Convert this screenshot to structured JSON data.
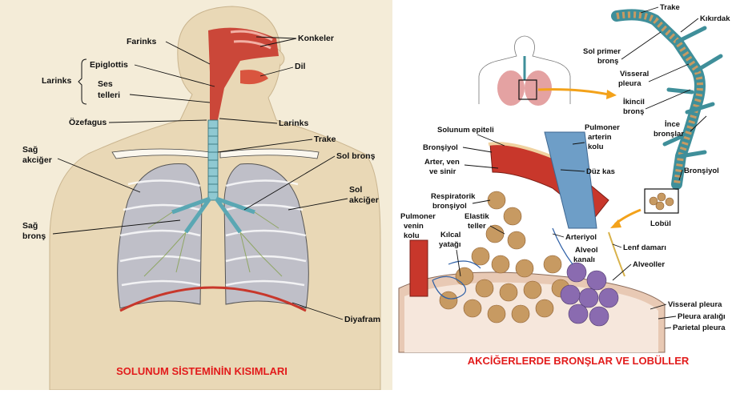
{
  "left_panel": {
    "title": "SOLUNUM SİSTEMİNİN KISIMLARI",
    "labels": {
      "farinks": "Farinks",
      "konkeler": "Konkeler",
      "dil": "Dil",
      "epiglottis": "Epiglottis",
      "larinks_group": "Larinks",
      "ses": "Ses",
      "telleri": "telleri",
      "ozefagus": "Özefagus",
      "larinks": "Larinks",
      "trake": "Trake",
      "sag": "Sağ",
      "akciger": "akciğer",
      "sol_brons": "Sol bronş",
      "sol": "Sol",
      "sol_akciger": "akciğer",
      "sag2": "Sağ",
      "brons": "bronş",
      "diyafram": "Diyafram"
    }
  },
  "right_panel": {
    "title": "AKCİĞERLERDE BRONŞLAR VE LOBÜLLER",
    "labels": {
      "trake": "Trake",
      "kikirdak": "Kıkırdak",
      "sol_primer": "Sol primer",
      "brons": "bronş",
      "visseral": "Visseral",
      "pleura": "pleura",
      "ikincil": "İkincil",
      "ikincil_brons": "bronş",
      "ince": "İnce",
      "bronslar": "bronşlar",
      "bronsiyol_top": "Bronşiyol",
      "lobul": "Lobül",
      "solunum_epiteli": "Solunum epiteli",
      "pulmoner_arterin_1": "Pulmoner",
      "pulmoner_arterin_2": "arterin",
      "pulmoner_arterin_3": "kolu",
      "bronsiyol": "Bronşiyol",
      "arter_ven_1": "Arter, ven",
      "arter_ven_2": "ve sinir",
      "duz_kas": "Düz kas",
      "respiratorik_1": "Respiratorik",
      "respiratorik_2": "bronşiyol",
      "pulmoner_venin_1": "Pulmoner",
      "pulmoner_venin_2": "venin",
      "pulmoner_venin_3": "kolu",
      "elastik_1": "Elastik",
      "elastik_2": "teller",
      "kilcal_1": "Kılcal",
      "kilcal_2": "yatağı",
      "arteriyol": "Arteriyol",
      "lenf": "Lenf damarı",
      "alveol_1": "Alveol",
      "alveol_2": "kanalı",
      "alveoller": "Alveoller",
      "visseral_pleura": "Visseral pleura",
      "pleura_araligi": "Pleura aralığı",
      "parietal_pleura": "Parietal pleura"
    }
  },
  "colors": {
    "caption": "#e21b1b",
    "left_background": "#f4ecd8",
    "right_background": "#ffffff",
    "skin": "#e9d8b6",
    "lung": "#bfbfc8",
    "airway": "#8fc9d2",
    "tissue_red": "#c8372b",
    "artery_blue": "#5f8fb8",
    "alveoli_purple": "#8a6bb0",
    "alveoli_tan": "#c79a62"
  }
}
